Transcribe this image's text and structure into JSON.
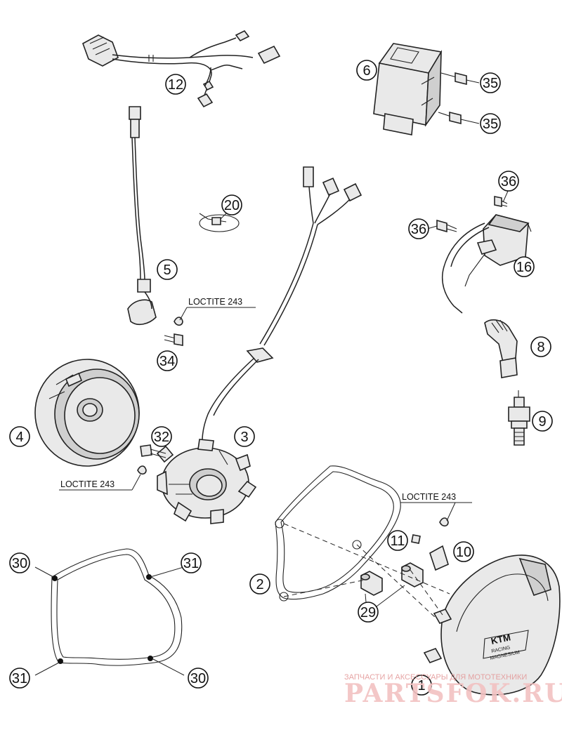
{
  "callouts": [
    "1",
    "2",
    "3",
    "4",
    "5",
    "6",
    "8",
    "9",
    "10",
    "11",
    "12",
    "16",
    "20",
    "29",
    "30",
    "31",
    "32",
    "34",
    "35",
    "36"
  ],
  "loctite_label": "LOCTITE 243",
  "cover_brand": "KTM",
  "cover_brand_sub": "RACING",
  "cover_brand_sub2": "MAGNESIUM",
  "watermark": {
    "tagline": "ЗАПЧАСТИ И АКСЕССУАРЫ ДЛЯ МОТОТЕХНИКИ",
    "site": "PARTSFOK.RU"
  },
  "colors": {
    "line": "#222222",
    "part_fill": "#e9e9e9",
    "watermark": "#f2c2c2"
  }
}
